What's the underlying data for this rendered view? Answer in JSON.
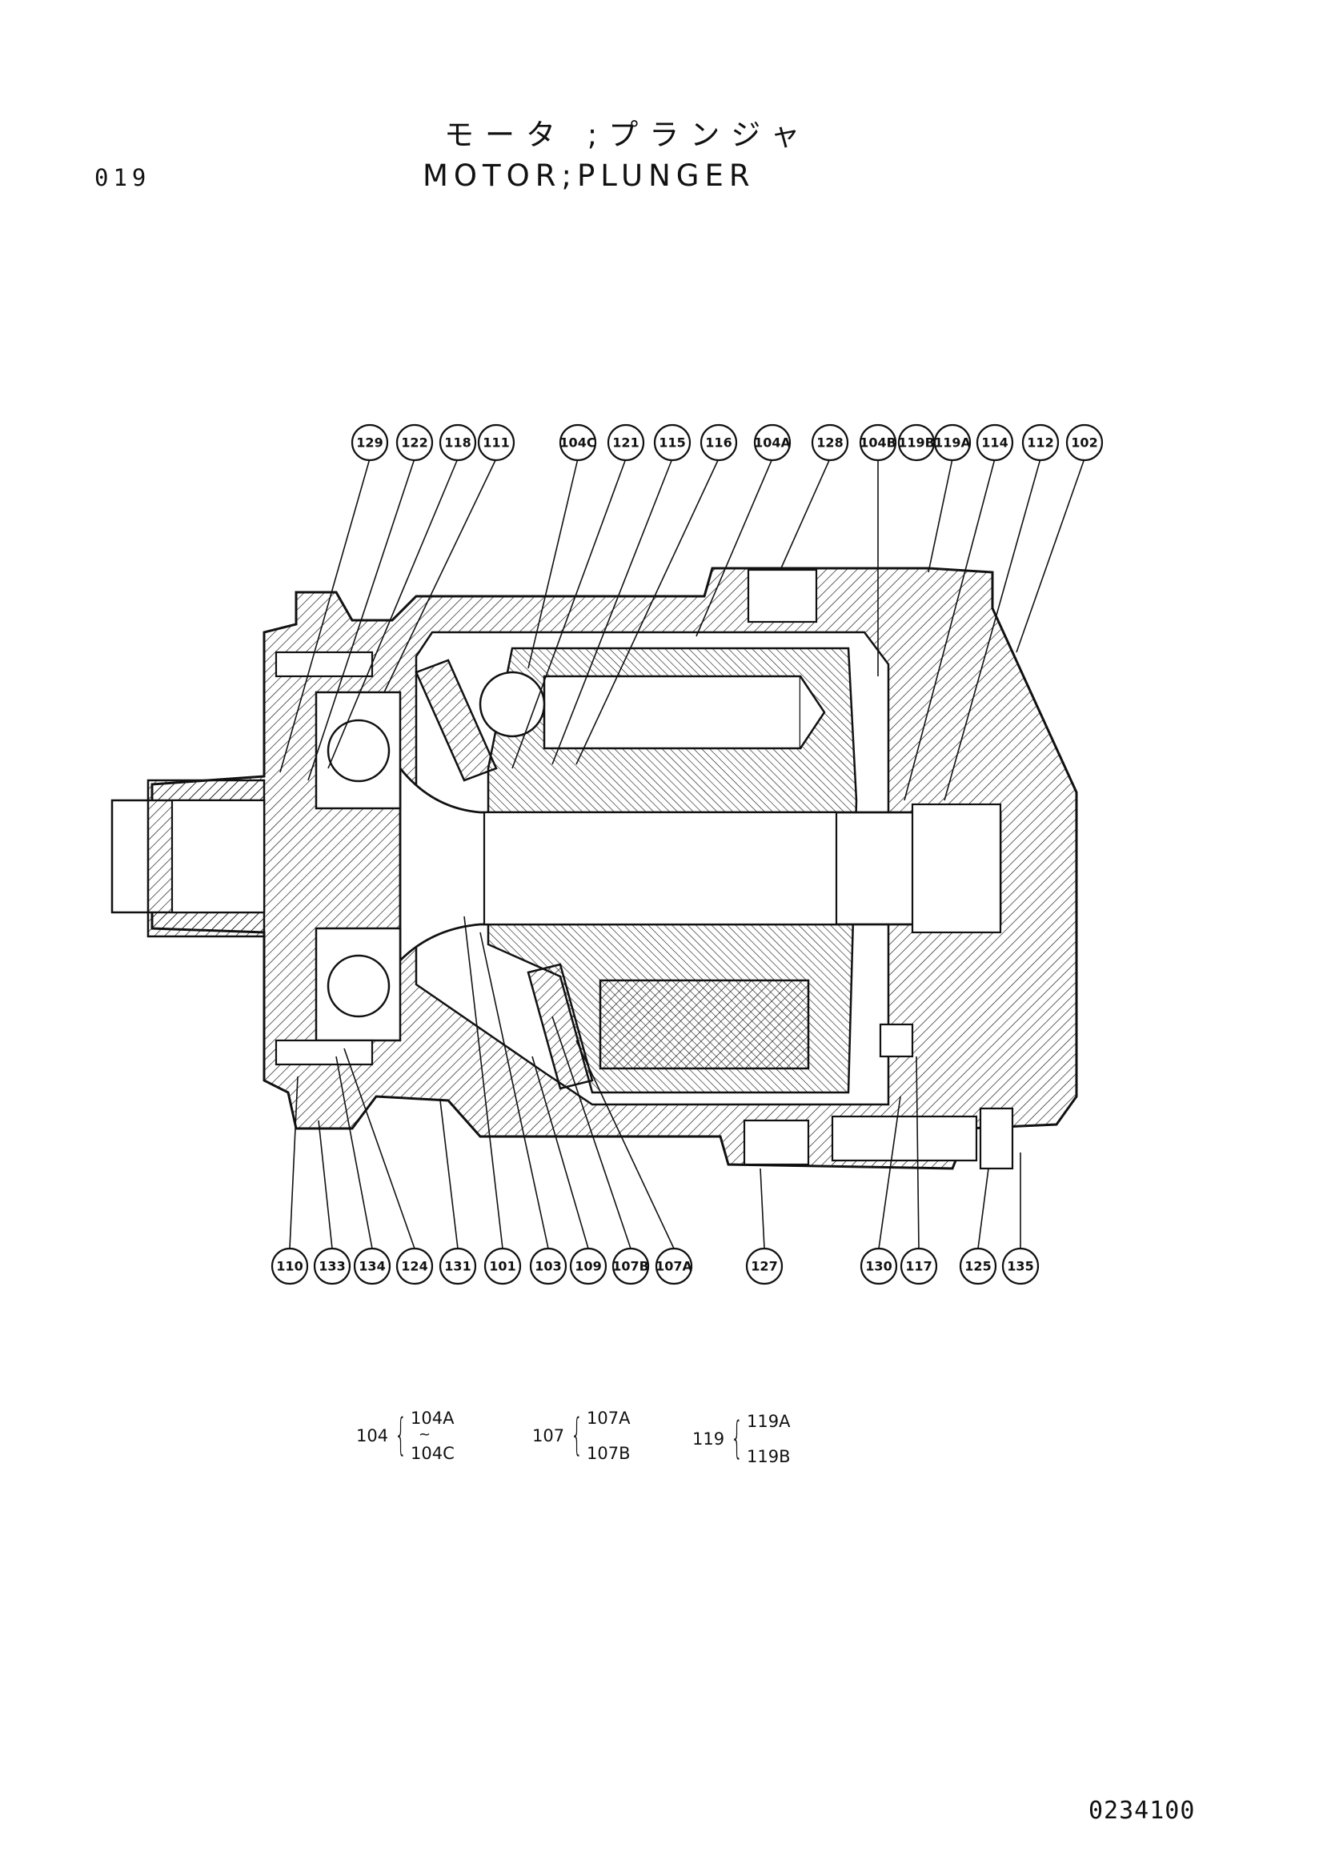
{
  "header": {
    "page_number": "019",
    "title_jp": "モータ ;プランジャ",
    "title_en": "MOTOR;PLUNGER"
  },
  "callouts_top": [
    "129",
    "122",
    "118",
    "111",
    "104C",
    "121",
    "115",
    "116",
    "104A",
    "128",
    "104B",
    "119B",
    "119A",
    "114",
    "112",
    "102"
  ],
  "callouts_bottom": [
    "110",
    "133",
    "134",
    "124",
    "131",
    "101",
    "103",
    "109",
    "107B",
    "107A",
    "127",
    "130",
    "117",
    "125",
    "135"
  ],
  "groups": [
    {
      "parent": "104",
      "children": [
        "104A",
        "104C"
      ],
      "range_mark": "~"
    },
    {
      "parent": "107",
      "children": [
        "107A",
        "107B"
      ],
      "range_mark": ""
    },
    {
      "parent": "119",
      "children": [
        "119A",
        "119B"
      ],
      "range_mark": ""
    }
  ],
  "document_number": "0234100"
}
